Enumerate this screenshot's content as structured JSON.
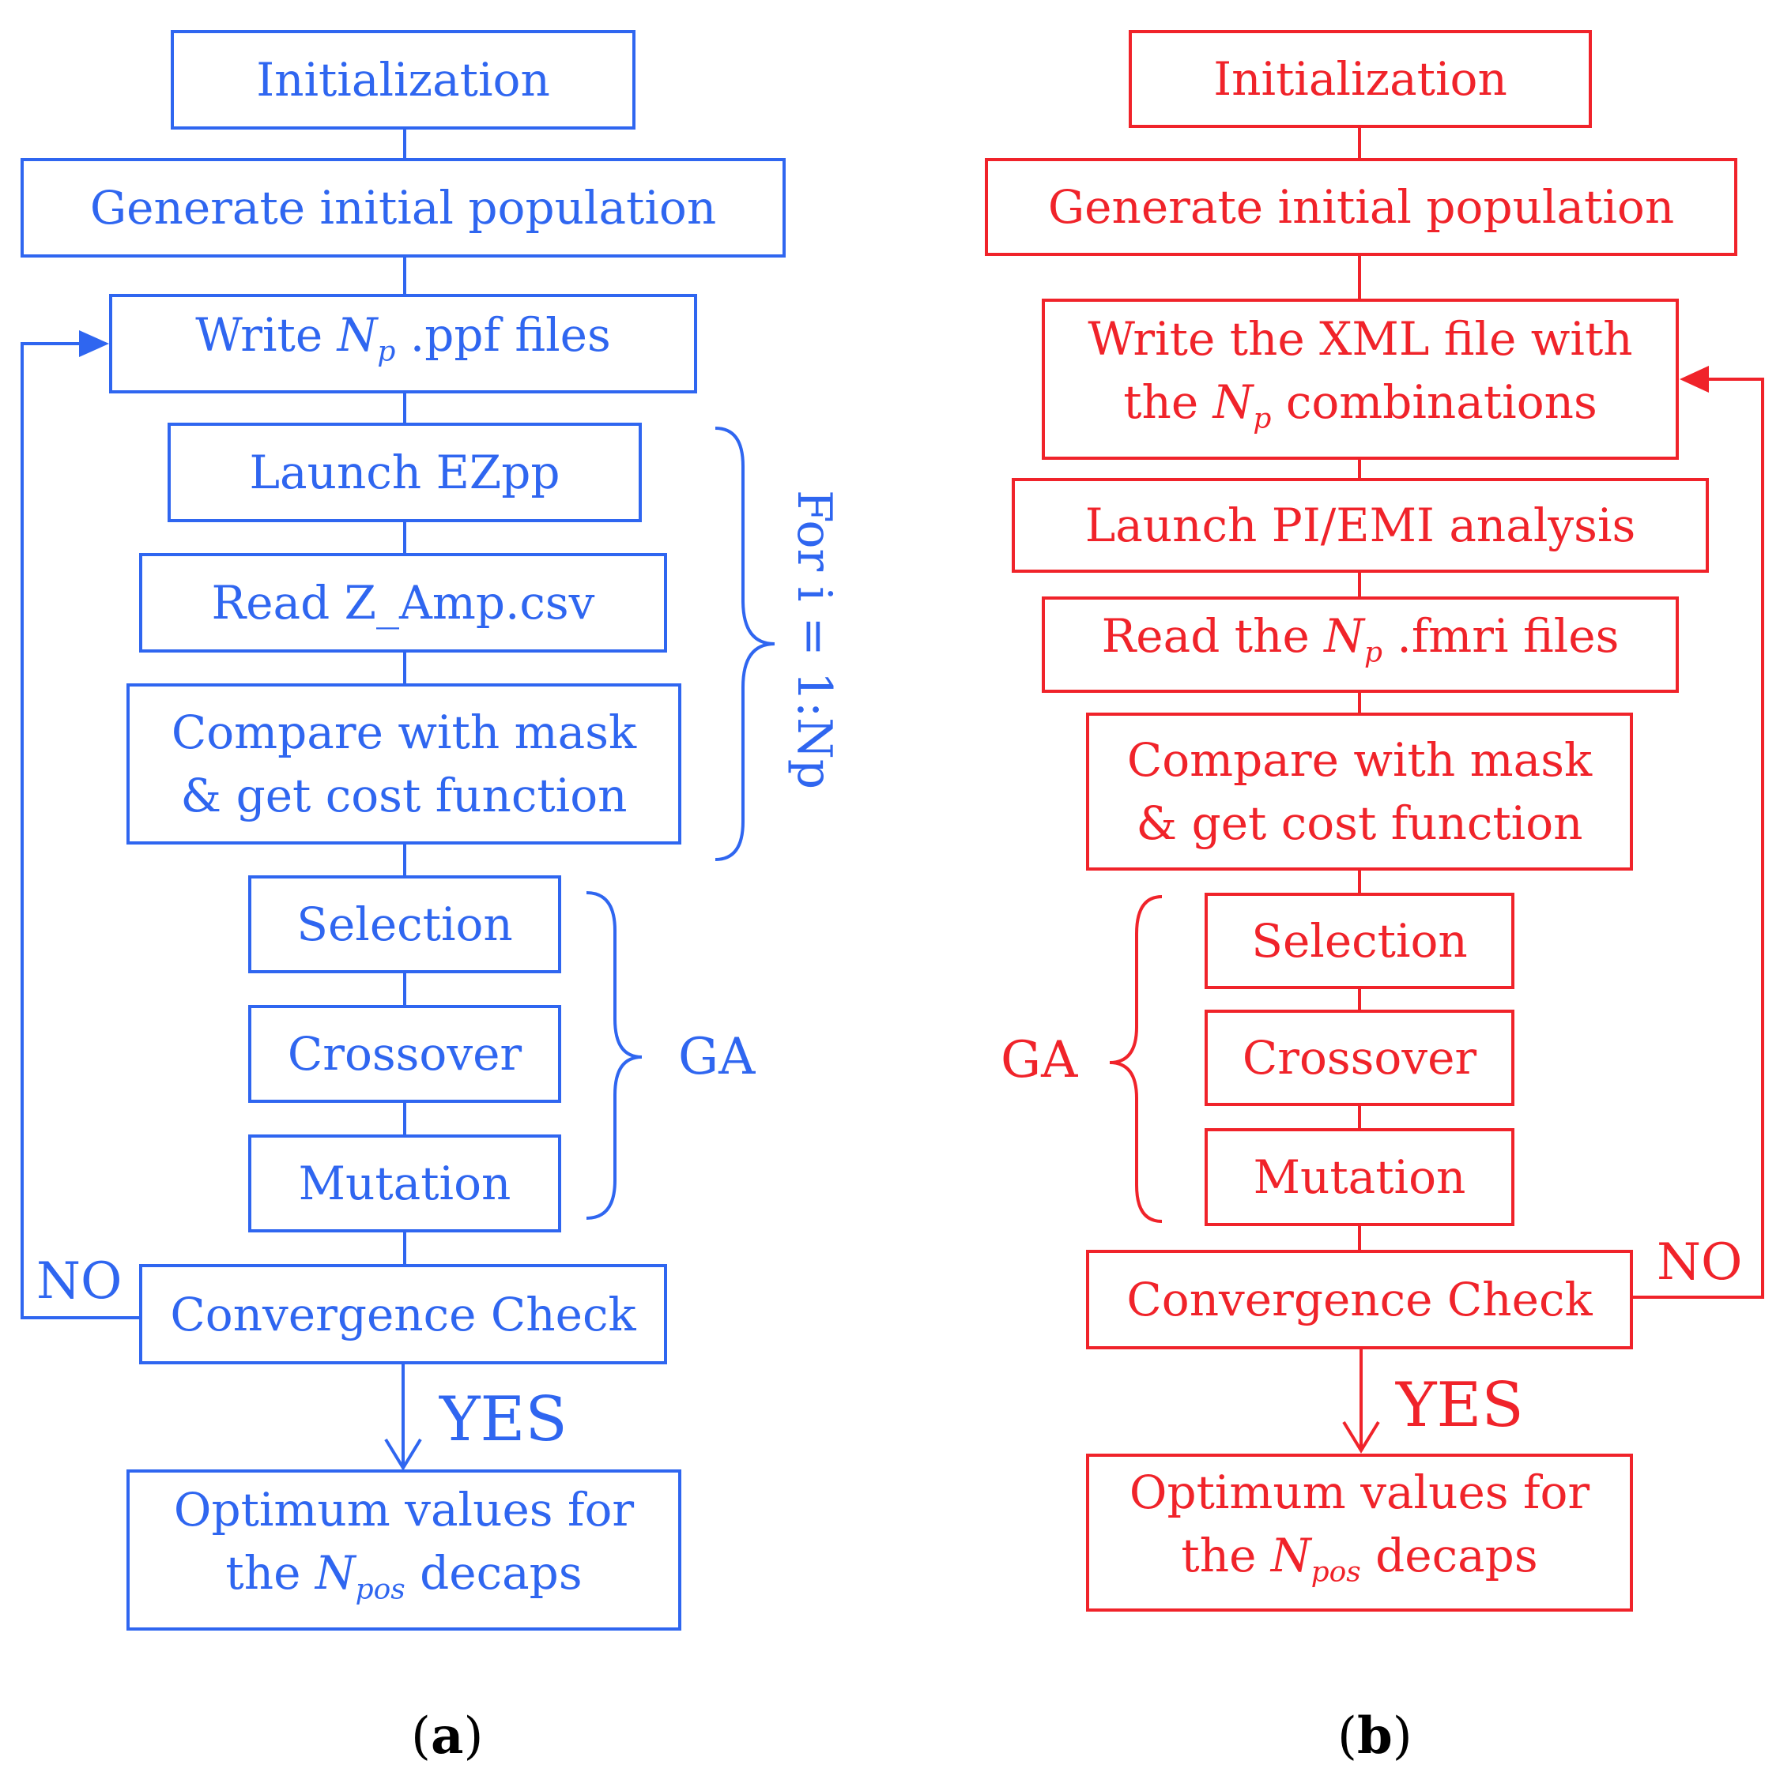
{
  "panel_a": {
    "initialization": "Initialization",
    "generate": "Generate initial population",
    "write": {
      "pre": "Write ",
      "var": "N",
      "sub": "p",
      "post": " .ppf files"
    },
    "launch": "Launch EZpp",
    "read": "Read Z_Amp.csv",
    "compare_1": "Compare with mask",
    "compare_2": "& get cost function",
    "selection": "Selection",
    "crossover": "Crossover",
    "mutation": "Mutation",
    "convergence": "Convergence Check",
    "optimum_1": "Optimum values for",
    "optimum_2": {
      "pre": "the ",
      "var": "N",
      "sub": "pos",
      "post": " decaps"
    },
    "loop_label": "For i = 1:Np",
    "ga_label": "GA",
    "no_label": "NO",
    "yes_label": "YES",
    "caption_open": "(",
    "caption_letter": "a",
    "caption_close": ")",
    "color": "#2f66f0"
  },
  "panel_b": {
    "initialization": "Initialization",
    "generate": "Generate initial population",
    "write_1": "Write the XML file with",
    "write_2": {
      "pre": "the ",
      "var": "N",
      "sub": "p",
      "post": " combinations"
    },
    "launch": "Launch PI/EMI analysis",
    "read": {
      "pre": "Read the ",
      "var": "N",
      "sub": "p",
      "post": " .fmri files"
    },
    "compare_1": "Compare with mask",
    "compare_2": "& get cost function",
    "selection": "Selection",
    "crossover": "Crossover",
    "mutation": "Mutation",
    "convergence": "Convergence Check",
    "optimum_1": "Optimum values for",
    "optimum_2": {
      "pre": "the ",
      "var": "N",
      "sub": "pos",
      "post": " decaps"
    },
    "ga_label": "GA",
    "no_label": "NO",
    "yes_label": "YES",
    "caption_open": "(",
    "caption_letter": "b",
    "caption_close": ")",
    "color": "#f0232a"
  }
}
